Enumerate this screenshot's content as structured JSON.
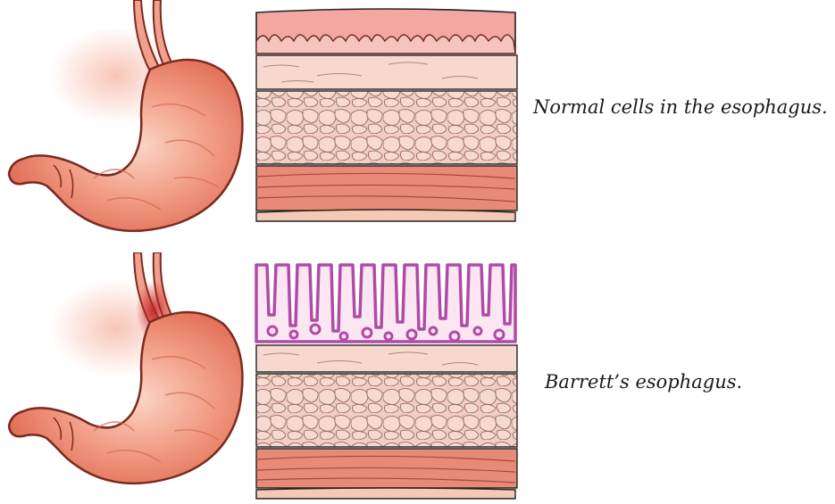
{
  "panels": [
    {
      "caption": "Normal cells in the esophagus.",
      "condition": "normal"
    },
    {
      "caption": "Barrett’s esophagus.",
      "condition": "barretts"
    }
  ],
  "colors": {
    "stomach_fill": "#ef8a76",
    "stomach_outline": "#7a2a1e",
    "reflux_red": "#c42424",
    "mucosa_pink": "#f4a7a0",
    "submucosa": "#f7d8cf",
    "cell_layer": "#f1c4b8",
    "muscle": "#e88a78",
    "barrett_purple": "#b14aa7",
    "barrett_fill": "#fbe6f2"
  }
}
